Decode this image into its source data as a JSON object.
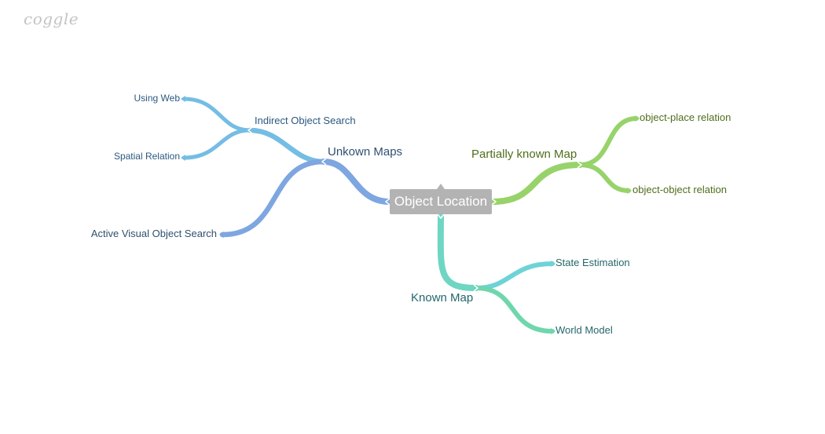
{
  "app": {
    "logo": "coggle"
  },
  "mindmap": {
    "root": "Object Location",
    "branches": [
      {
        "label": "Unkown Maps",
        "color": "#7ea6e0",
        "children": [
          {
            "label": "Indirect Object Search",
            "color": "#74bde4",
            "children": [
              {
                "label": "Using Web",
                "color": "#74bde4"
              },
              {
                "label": "Spatial Relation",
                "color": "#74bde4"
              }
            ]
          },
          {
            "label": "Active Visual Object Search",
            "color": "#7ea6e0"
          }
        ]
      },
      {
        "label": "Partially known Map",
        "color": "#97d36a",
        "children": [
          {
            "label": "object-place relation",
            "color": "#97d36a"
          },
          {
            "label": "object-object relation",
            "color": "#97d36a"
          }
        ]
      },
      {
        "label": "Known Map",
        "color": "#6fd6c3",
        "children": [
          {
            "label": "State Estimation",
            "color": "#6ed3d6"
          },
          {
            "label": "World Model",
            "color": "#6fd6ad"
          }
        ]
      }
    ]
  }
}
